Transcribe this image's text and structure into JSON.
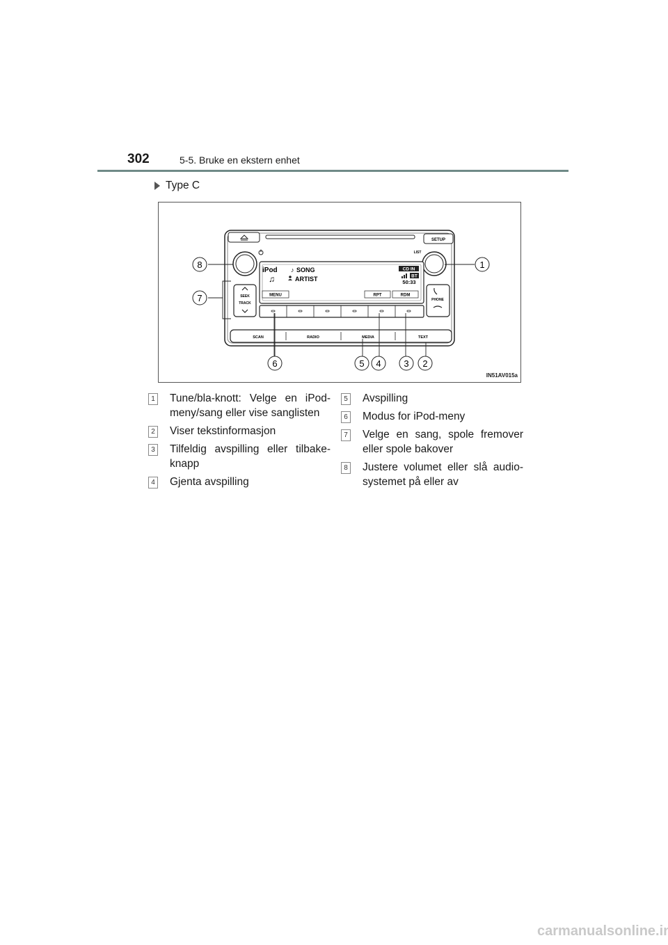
{
  "header": {
    "page_number": "302",
    "section_title": "5-5. Bruke en ekstern enhet"
  },
  "subheading": "Type C",
  "figure": {
    "code": "IN51AV015a",
    "buttons": {
      "setup": "SETUP",
      "list": "LIST",
      "seek": "SEEK",
      "track": "TRACK",
      "phone": "PHONE",
      "menu": "MENU",
      "rpt": "RPT",
      "rdm": "RDM",
      "scan": "SCAN",
      "radio": "RADIO",
      "media": "MEDIA",
      "text": "TEXT"
    },
    "display": {
      "source": "iPod",
      "song": "SONG",
      "artist": "ARTIST",
      "cd_in": "CD IN",
      "bt": "BT",
      "time": "50:33"
    },
    "callouts": [
      "1",
      "2",
      "3",
      "4",
      "5",
      "6",
      "7",
      "8"
    ]
  },
  "legend": {
    "left": [
      {
        "num": "1",
        "text": "Tune/bla-knott: Velge en iPod-meny/sang eller vise sanglisten"
      },
      {
        "num": "2",
        "text": "Viser tekstinformasjon"
      },
      {
        "num": "3",
        "text": "Tilfeldig avspilling eller tilbake-knapp"
      },
      {
        "num": "4",
        "text": "Gjenta avspilling"
      }
    ],
    "right": [
      {
        "num": "5",
        "text": "Avspilling"
      },
      {
        "num": "6",
        "text": "Modus for iPod-meny"
      },
      {
        "num": "7",
        "text": "Velge en sang, spole fremover eller spole bakover"
      },
      {
        "num": "8",
        "text": "Justere volumet eller slå audio-systemet på eller av"
      }
    ]
  },
  "watermark": "carmanualsonline.info"
}
